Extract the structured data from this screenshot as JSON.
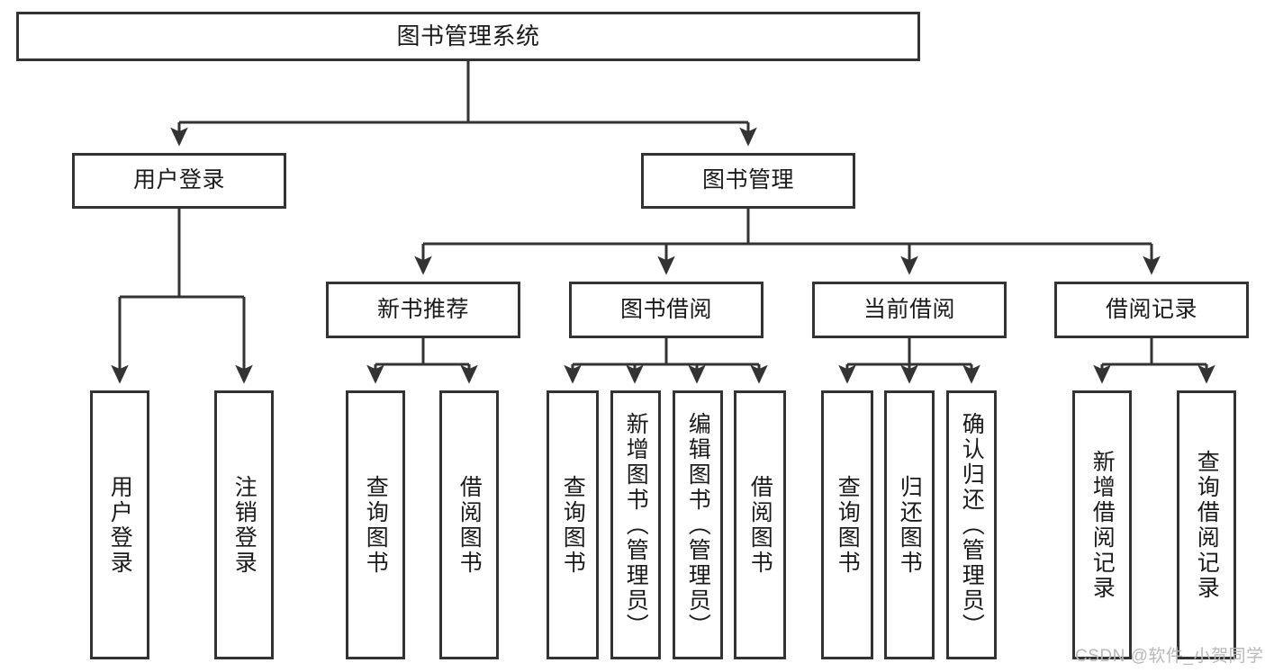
{
  "diagram": {
    "title": "图书管理系统",
    "type": "tree-hierarchy-diagram",
    "orientation": "top-down",
    "stroke_color": "#333333",
    "fill_color": "#ffffff",
    "text_color": "#1a1a1a"
  },
  "nodes": {
    "root": {
      "label": "图书管理系统",
      "level": 0
    },
    "level2": [
      {
        "id": "user-login",
        "label": "用户登录",
        "level": 1
      },
      {
        "id": "book-management",
        "label": "图书管理",
        "level": 1
      }
    ],
    "level3": [
      {
        "id": "new-book-recommend",
        "label": "新书推荐",
        "level": 2,
        "parent": "book-management"
      },
      {
        "id": "book-borrow",
        "label": "图书借阅",
        "level": 2,
        "parent": "book-management"
      },
      {
        "id": "current-borrow",
        "label": "当前借阅",
        "level": 2,
        "parent": "book-management"
      },
      {
        "id": "borrow-record",
        "label": "借阅记录",
        "level": 2,
        "parent": "book-management"
      }
    ],
    "leaves": [
      {
        "id": "leaf-user-login",
        "label": "用户登录",
        "parent": "user-login"
      },
      {
        "id": "leaf-logout-login",
        "label": "注销登录",
        "parent": "user-login"
      },
      {
        "id": "leaf-query-book-1",
        "label": "查询图书",
        "parent": "new-book-recommend"
      },
      {
        "id": "leaf-borrow-book-1",
        "label": "借阅图书",
        "parent": "new-book-recommend"
      },
      {
        "id": "leaf-query-book-2",
        "label": "查询图书",
        "parent": "book-borrow"
      },
      {
        "id": "leaf-add-book",
        "label": "新增图书（管理员）",
        "parent": "book-borrow"
      },
      {
        "id": "leaf-edit-book",
        "label": "编辑图书（管理员）",
        "parent": "book-borrow"
      },
      {
        "id": "leaf-borrow-book-2",
        "label": "借阅图书",
        "parent": "book-borrow"
      },
      {
        "id": "leaf-query-book-3",
        "label": "查询图书",
        "parent": "current-borrow"
      },
      {
        "id": "leaf-return-book",
        "label": "归还图书",
        "parent": "current-borrow"
      },
      {
        "id": "leaf-confirm-return",
        "label": "确认归还（管理员）",
        "parent": "current-borrow"
      },
      {
        "id": "leaf-add-borrow-record",
        "label": "新增借阅记录",
        "parent": "borrow-record"
      },
      {
        "id": "leaf-query-borrow-record",
        "label": "查询借阅记录",
        "parent": "borrow-record"
      }
    ]
  },
  "watermark": {
    "text": "CSDN @软件_小贺同学",
    "color": "#b8b8b8"
  }
}
